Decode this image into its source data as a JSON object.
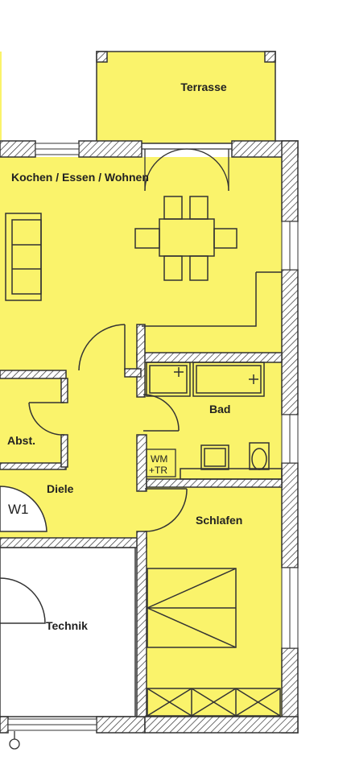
{
  "rooms": {
    "terrace": "Terrasse",
    "living": "Kochen / Essen / Wohnen",
    "storage": "Abst.",
    "hall": "Diele",
    "bath": "Bad",
    "bedroom": "Schlafen",
    "utility": "Technik",
    "apartment": "W1",
    "laundry_line1": "WM",
    "laundry_line2": "+TR"
  },
  "colors": {
    "floor": "#faf36b",
    "wall": "#333333",
    "background": "#ffffff"
  }
}
